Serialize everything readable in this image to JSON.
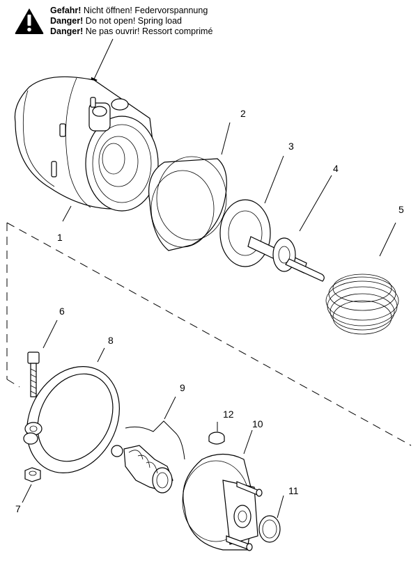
{
  "warning": {
    "icon": "exclamation-triangle-icon",
    "lines": [
      {
        "bold": "Gefahr!",
        "text": " Nicht öffnen! Federvorspannung"
      },
      {
        "bold": "Danger!",
        "text": " Do not open! Spring load"
      },
      {
        "bold": "Danger!",
        "text": " Ne pas ouvrir! Ressort comprimé"
      }
    ]
  },
  "callouts": {
    "p1": "1",
    "p2": "2",
    "p3": "3",
    "p4": "4",
    "p5": "5",
    "p6": "6",
    "p7": "7",
    "p8": "8",
    "p9": "9",
    "p10": "10",
    "p11": "11",
    "p12": "12"
  }
}
